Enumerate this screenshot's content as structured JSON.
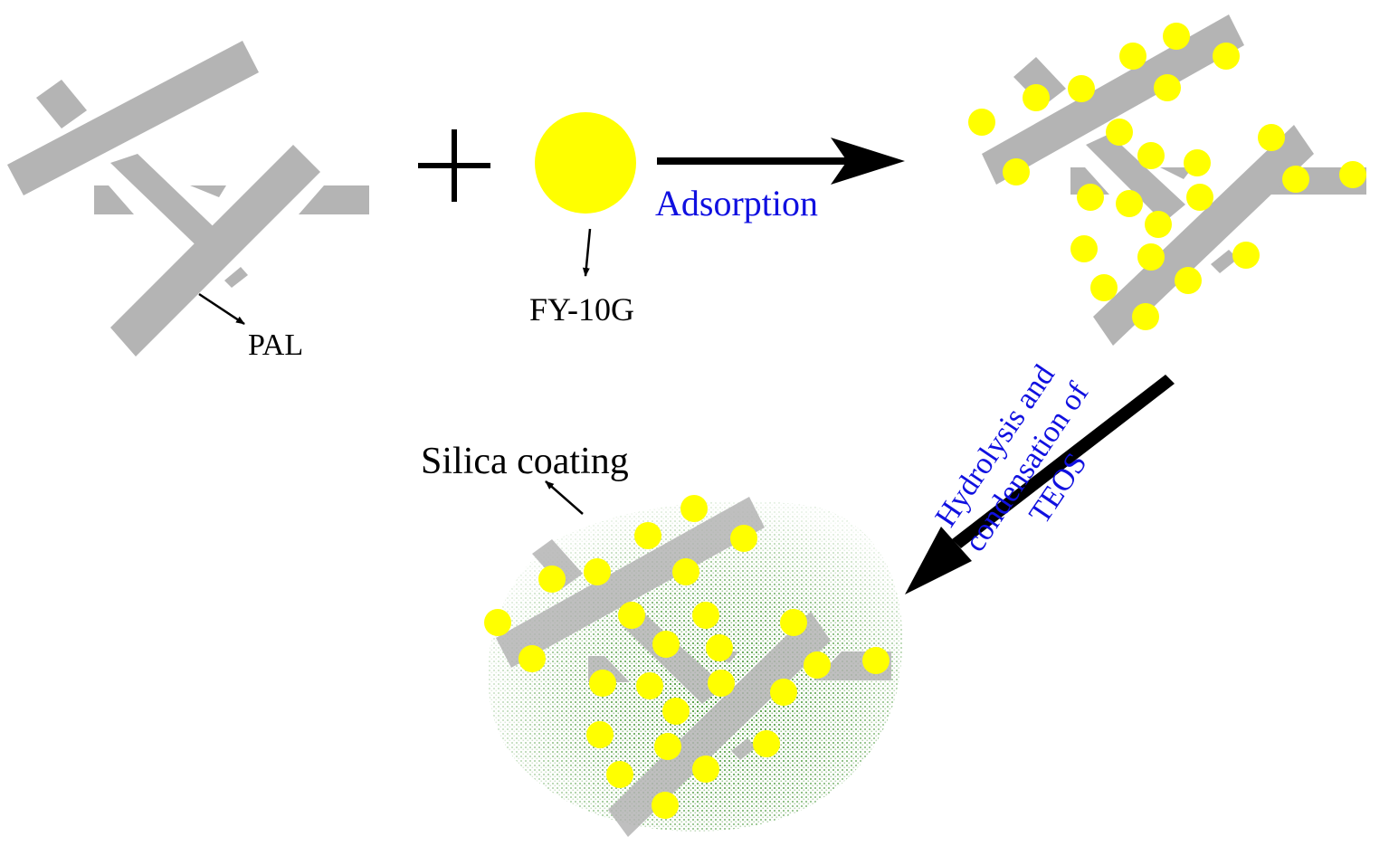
{
  "labels": {
    "pal": "PAL",
    "dye": "FY-10G",
    "step1": "Adsorption",
    "step2_line1": "Hydrolysis and",
    "step2_line2": "condensation of",
    "step2_line3": "TEOS",
    "coating": "Silica coating"
  },
  "colors": {
    "rod": "#b4b4b4",
    "dye": "#ffff00",
    "arrow": "#000000",
    "step_text": "#1010e0",
    "label_text": "#000000",
    "silica_light": "#c9dcc3",
    "silica_dark": "#3f8a34"
  }
}
